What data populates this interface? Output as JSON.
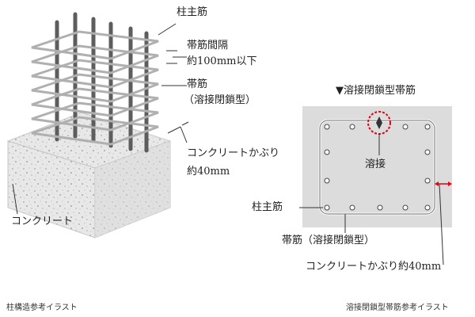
{
  "left": {
    "labels": {
      "main_bar": "柱主筋",
      "spacing_line1": "帯筋間隔",
      "spacing_line2": "約100mm以下",
      "hoop_line1": "帯筋",
      "hoop_line2": "（溶接閉鎖型）",
      "cover_line1": "コンクリートかぶり",
      "cover_line2": "約40mm",
      "concrete": "コンクリート"
    },
    "caption": "柱構造参考イラスト"
  },
  "right": {
    "title": "▼溶接閉鎖型帯筋",
    "labels": {
      "weld": "溶接",
      "main_bar": "柱主筋",
      "hoop": "帯筋（溶接閉鎖型）",
      "cover": "コンクリートかぶり約40mm"
    },
    "caption": "溶接閉鎖型帯筋参考イラスト"
  },
  "colors": {
    "concrete_fill": "#e6e6e6",
    "concrete_side": "#cfcfcf",
    "rebar": "#7a7a7a",
    "hoop": "#b8b8b8",
    "section_fill": "#dcdcdc",
    "weld_marker": "#e60012",
    "cover_arrow": "#e60012"
  }
}
